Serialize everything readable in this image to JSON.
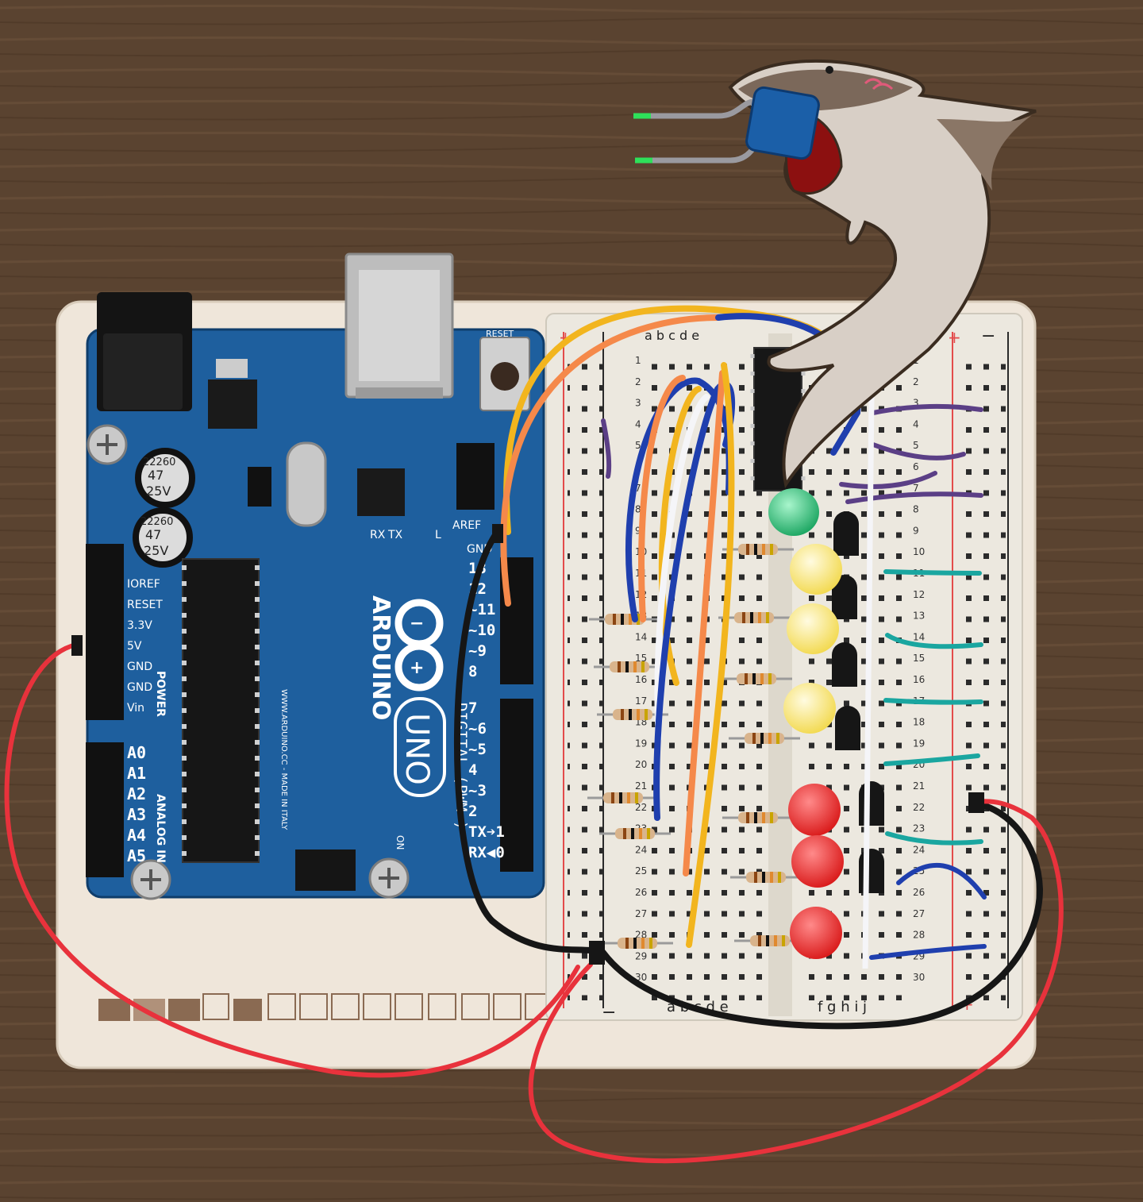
{
  "arduino": {
    "brand": "ARDUINO",
    "model": "UNO",
    "site": "WWW.ARDUINO.CC - MADE IN ITALY",
    "digital_label": "DIGITAL (PWM~)",
    "power_label": "POWER",
    "analog_label": "ANALOG IN",
    "reset_label": "RESET",
    "aref_label": "AREF",
    "gnd_label": "GND",
    "tx_label": "TX",
    "rx_label": "RX",
    "l_label": "L",
    "on_label": "ON",
    "cap_top": [
      "22260",
      "47",
      "25V"
    ],
    "cap_bottom": [
      "22260",
      "47",
      "25V"
    ],
    "power_pins": [
      "IOREF",
      "RESET",
      "3.3V",
      "5V",
      "GND",
      "GND",
      "Vin"
    ],
    "analog_pins": [
      "A0",
      "A1",
      "A2",
      "A3",
      "A4",
      "A5"
    ],
    "digital_pins": [
      "13",
      "12",
      "~11",
      "~10",
      "~9",
      "8",
      "7",
      "~6",
      "~5",
      "4",
      "~3",
      "2",
      "TX➔1",
      "RX◀0"
    ]
  },
  "breadboard": {
    "row_numbers": [
      "1",
      "2",
      "3",
      "4",
      "5",
      "6",
      "7",
      "8",
      "9",
      "10",
      "11",
      "12",
      "13",
      "14",
      "15",
      "16",
      "17",
      "18",
      "19",
      "20",
      "21",
      "22",
      "23",
      "24",
      "25",
      "26",
      "27",
      "28",
      "29",
      "30"
    ],
    "cols_left": "a b c d e",
    "cols_right": "f g h i j",
    "plus": "+",
    "minus": "−"
  },
  "colors": {
    "wood": "#5a4330",
    "board": "#1e5f9e",
    "breadboard": "#ece8df",
    "wire_red": "#e8323c",
    "wire_black": "#161616",
    "wire_yellow": "#f2b51e",
    "wire_orange": "#f5894a",
    "wire_blue": "#1f3fae",
    "wire_white": "#f5f5f8",
    "wire_teal": "#1aa6a0",
    "wire_purple": "#5b3f86",
    "led_green": "#2cc27a",
    "led_yellow": "#f7e26a",
    "led_red": "#ee2a2a"
  }
}
